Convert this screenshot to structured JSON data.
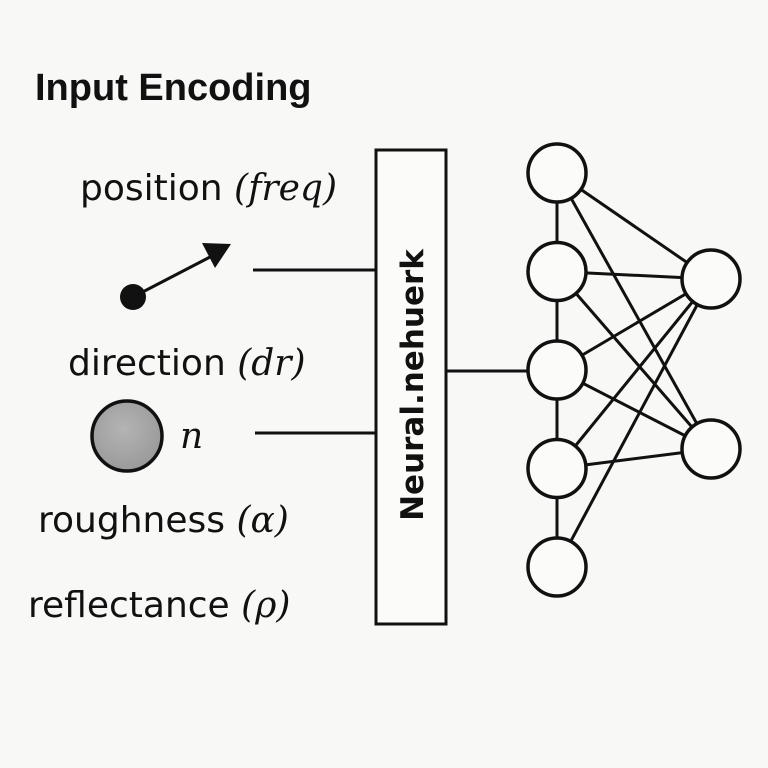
{
  "title": "Input Encoding",
  "inputs": {
    "position": {
      "name": "position",
      "symbol": "(freq)"
    },
    "direction": {
      "name": "direction",
      "symbol": "(dr)"
    },
    "normal": {
      "symbol": "n"
    },
    "roughness": {
      "name": "roughness",
      "symbol": "(α)"
    },
    "reflectance": {
      "name": "reflectance",
      "symbol": "(ρ)"
    }
  },
  "network_box": {
    "label": "Neural.nehuerk"
  },
  "network": {
    "input_layer_nodes": 5,
    "output_layer_nodes": 2,
    "connections": [
      [
        0,
        1
      ],
      [
        0,
        0
      ],
      [
        1,
        0
      ],
      [
        1,
        1
      ],
      [
        2,
        0
      ],
      [
        2,
        1
      ],
      [
        3,
        0
      ],
      [
        3,
        1
      ],
      [
        4,
        0
      ]
    ]
  },
  "colors": {
    "ink": "#111111",
    "sphere": "#a8a8a8",
    "background": "#f8f8f6"
  }
}
